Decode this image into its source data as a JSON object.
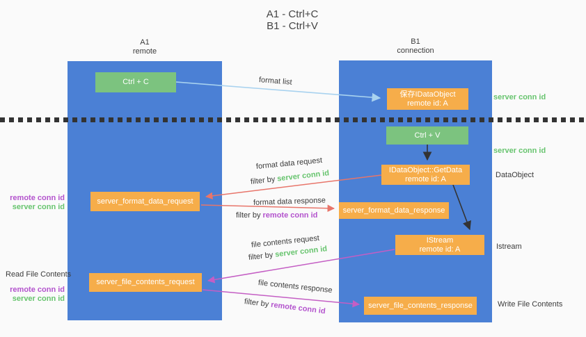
{
  "title": {
    "line1": "A1 - Ctrl+C",
    "line2": "B1 - Ctrl+V"
  },
  "columns": {
    "left": {
      "title": "A1",
      "subtitle": "remote"
    },
    "right": {
      "title": "B1",
      "subtitle": "connection"
    }
  },
  "nodes": {
    "ctrl_c": {
      "label": "Ctrl + C"
    },
    "save_dataobject": {
      "line1": "保存IDataObject",
      "line2": "remote id: A"
    },
    "ctrl_v": {
      "label": "Ctrl + V"
    },
    "getdata": {
      "line1": "IDataObject::GetData",
      "line2": "remote id: A"
    },
    "format_request": {
      "label": "server_format_data_request"
    },
    "format_response": {
      "label": "server_format_data_response"
    },
    "istream": {
      "line1": "IStream",
      "line2": "remote id: A"
    },
    "file_request": {
      "label": "server_file_contents_request"
    },
    "file_response": {
      "label": "server_file_contents_response"
    }
  },
  "edge_labels": {
    "format_list": "format list",
    "format_data_request": "format data request",
    "filter_by_1": "filter by ",
    "filter_value_1": "server conn id",
    "format_data_response": "format data response",
    "filter_by_2": "filter by ",
    "filter_value_2": "remote conn id",
    "file_contents_request": "file contents request",
    "filter_by_3": "filter by ",
    "filter_value_3": "server conn id",
    "file_contents_response": "file contents response",
    "filter_by_4": "filter by ",
    "filter_value_4": "remote conn id"
  },
  "side_labels": {
    "right_server_conn_id_1": "server conn id",
    "right_server_conn_id_2": "server conn id",
    "dataobject": "DataObject",
    "istream": "Istream",
    "write_file_contents": "Write File Contents",
    "left_remote_conn_id_1": "remote conn id",
    "left_server_conn_id_1": "server conn id",
    "read_file_contents": "Read File Contents",
    "left_remote_conn_id_2": "remote conn id",
    "left_server_conn_id_2": "server conn id"
  },
  "colors": {
    "column_blue": "#4b80d5",
    "node_green": "#7cc37f",
    "node_orange": "#f6ad4a",
    "green_text": "#67c46e",
    "purple_text": "#b353cd",
    "red_arrow": "#e8756a",
    "magenta_arrow": "#c45ec4",
    "lightblue_arrow": "#a8d2ef",
    "black_arrow": "#333333",
    "background": "#fafafa",
    "text_dark": "#3b3b3b"
  }
}
